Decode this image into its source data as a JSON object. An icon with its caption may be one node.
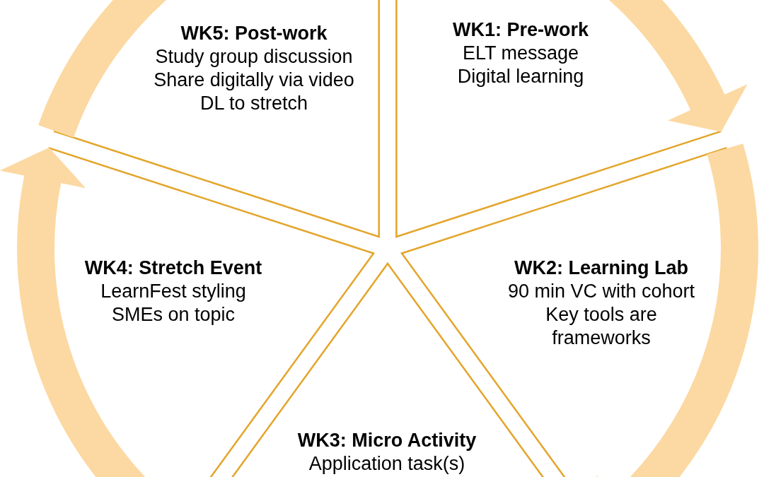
{
  "diagram": {
    "nodes": [
      {
        "text": [
          "WK1: Pre-work",
          "ELT message",
          "Digital learning"
        ]
      },
      {
        "text": [
          "WK2: Learning Lab",
          "90 min VC with cohort",
          "Key tools are frameworks"
        ]
      },
      {
        "text": [
          "WK3: Micro Activity",
          "Application task(s)"
        ]
      },
      {
        "text": [
          "WK4: Stretch Event",
          "LearnFest styling",
          "SMEs on topic"
        ]
      },
      {
        "text": [
          "WK5: Post-work",
          "Study group discussion",
          "Share digitally via video",
          "DL to stretch"
        ]
      }
    ],
    "edges": [
      {
        "from": 0,
        "to": 1,
        "arrow": "to"
      },
      {
        "from": 1,
        "to": 2,
        "arrow": "to"
      },
      {
        "from": 3,
        "to": 4,
        "arrow": "to"
      },
      {
        "from": 4,
        "to": 0,
        "arrow": "to"
      }
    ]
  }
}
